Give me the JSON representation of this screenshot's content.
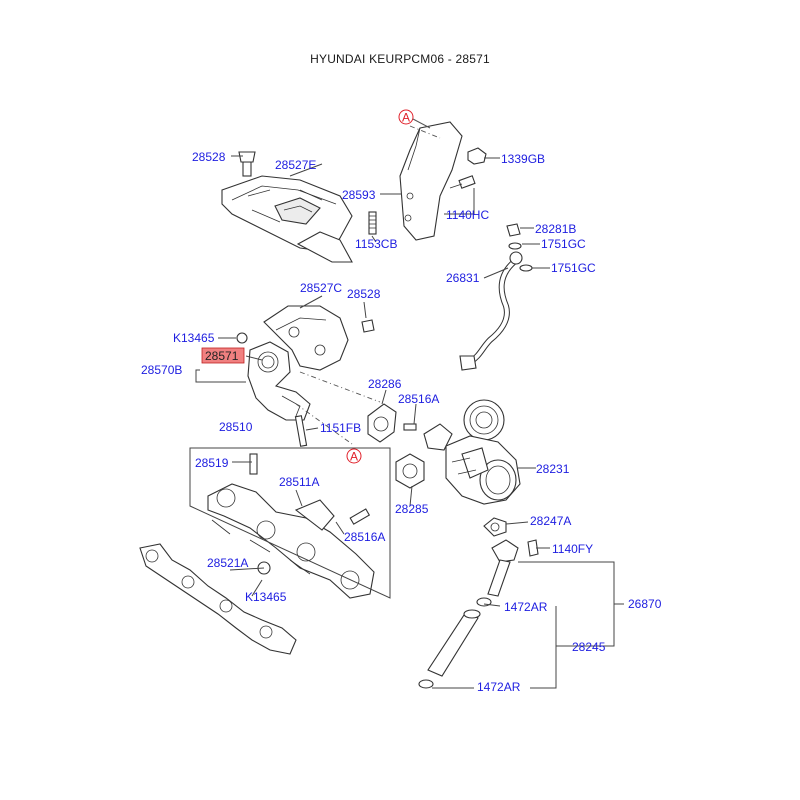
{
  "title": "HYUNDAI KEURPCM06 - 28571",
  "highlight_color": "#f08080",
  "label_color": "#1d1de0",
  "ref_color": "#e0202a",
  "ref_marker": "A",
  "labels": {
    "l28528_top": "28528",
    "l28527E": "28527E",
    "l1339GB": "1339GB",
    "l28593": "28593",
    "l1140HC": "1140HC",
    "l1153CB": "1153CB",
    "l28281B": "28281B",
    "l1751GC_a": "1751GC",
    "l1751GC_b": "1751GC",
    "l26831": "26831",
    "l28527C": "28527C",
    "l28528_mid": "28528",
    "lK13465_top": "K13465",
    "l28571": "28571",
    "l28570B": "28570B",
    "l28286": "28286",
    "l28516A_top": "28516A",
    "l1151FB": "1151FB",
    "l28510": "28510",
    "l28231": "28231",
    "l28519": "28519",
    "l28511A": "28511A",
    "l28285": "28285",
    "l28247A": "28247A",
    "l28516A_low": "28516A",
    "l1140FY": "1140FY",
    "l28521A": "28521A",
    "lK13465_low": "K13465",
    "l1472AR_top": "1472AR",
    "l26870": "26870",
    "l28245": "28245",
    "l1472AR_low": "1472AR"
  }
}
